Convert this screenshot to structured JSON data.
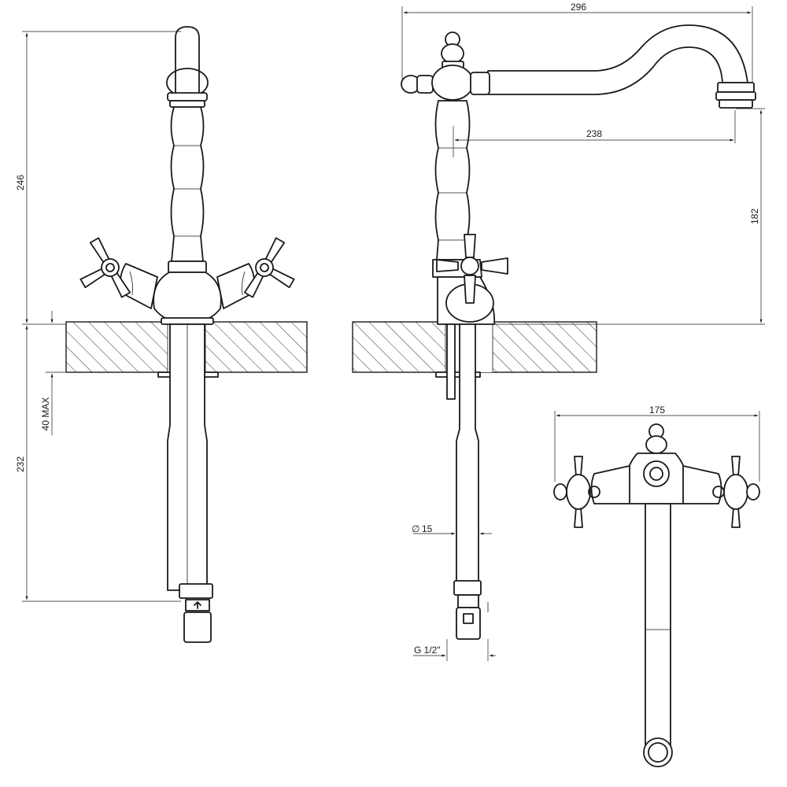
{
  "dimensions": {
    "front_top_height": "246",
    "front_bottom_height": "232",
    "deck_thickness": "40 MAX",
    "spout_length_total": "296",
    "spout_reach": "238",
    "spout_height": "182",
    "pipe_diameter": "15",
    "connection_thread": "G 1/2\"",
    "handle_span": "175"
  },
  "symbols": {
    "diameter": "∅"
  }
}
